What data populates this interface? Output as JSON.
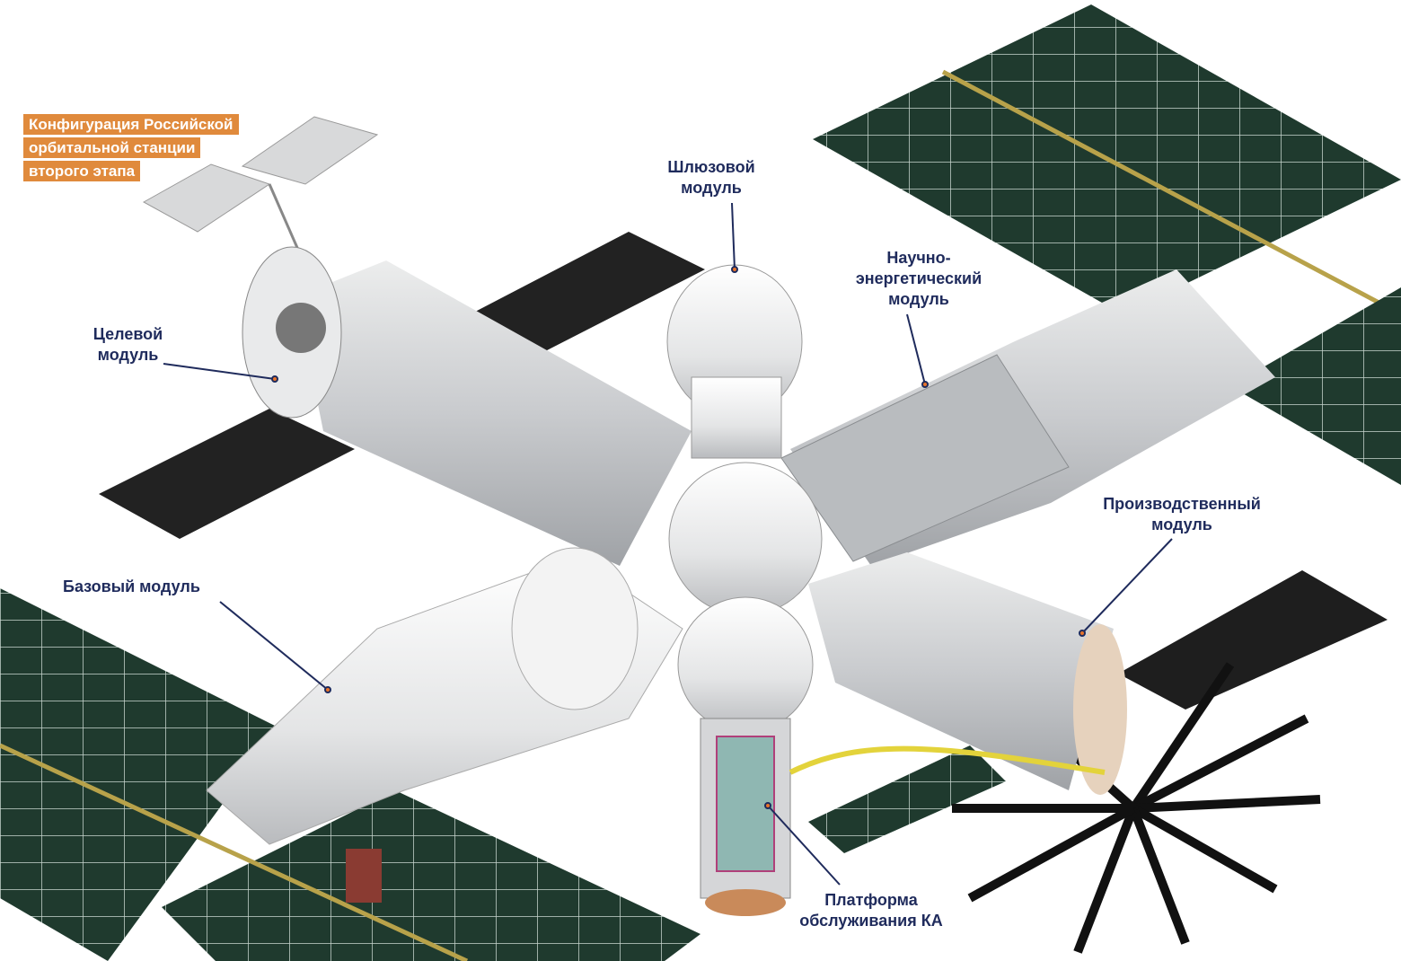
{
  "title": [
    "Конфигурация Российской",
    "орбитальной станции",
    "второго этапа"
  ],
  "labels": {
    "airlock": [
      "Шлюзовой",
      "модуль"
    ],
    "science_power": [
      "Научно-",
      "энергетический",
      "модуль"
    ],
    "target": [
      "Целевой",
      "модуль"
    ],
    "production": [
      "Производственный",
      "модуль"
    ],
    "base": [
      "Базовый модуль"
    ],
    "service_platform": [
      "Платформа",
      "обслуживания КА"
    ]
  },
  "colors": {
    "title_bg": "#e08a3c",
    "label_text": "#1f2b5c",
    "panel": "#1f3a2e",
    "module": "#cfd1d4",
    "leader": "#1f2b5c",
    "marker": "#e8742a"
  }
}
